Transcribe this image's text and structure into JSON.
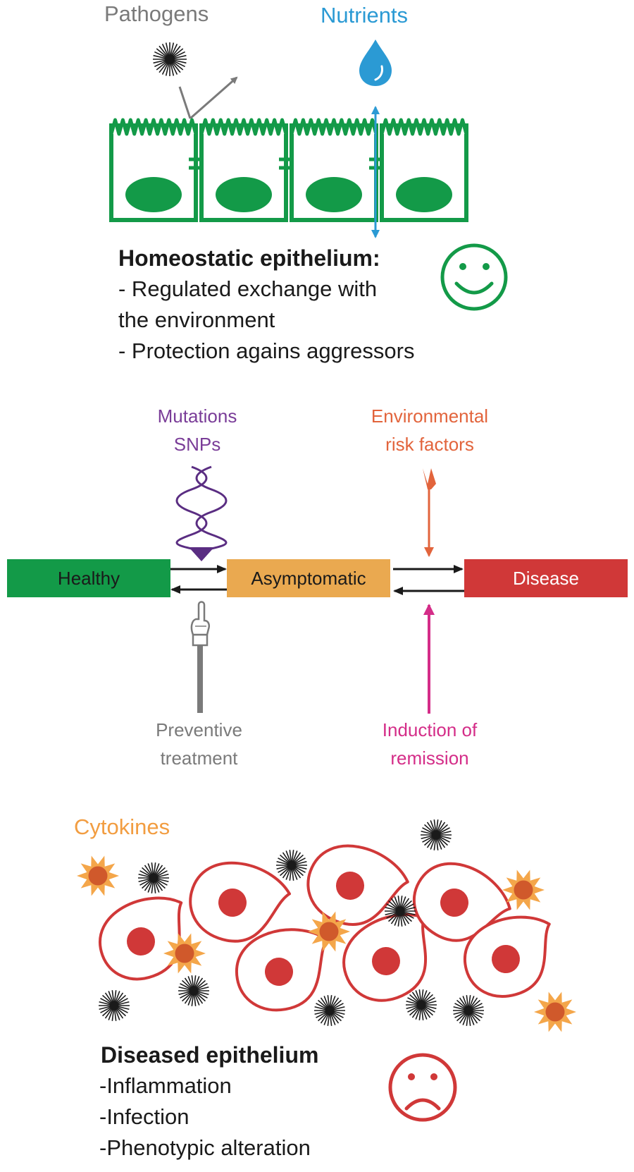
{
  "labels": {
    "pathogens": "Pathogens",
    "nutrients": "Nutrients",
    "cytokines": "Cytokines"
  },
  "homeostatic": {
    "title": "Homeostatic epithelium:",
    "lines": [
      "- Regulated exchange with",
      " the environment",
      "- Protection agains aggressors"
    ]
  },
  "states": {
    "healthy": "Healthy",
    "asymptomatic": "Asymptomatic",
    "disease": "Disease"
  },
  "factors": {
    "mutations": [
      "Mutations",
      "SNPs"
    ],
    "environmental": [
      "Environmental",
      "risk factors"
    ],
    "preventive": [
      "Preventive",
      "treatment"
    ],
    "induction": [
      "Induction of",
      "remission"
    ]
  },
  "diseased": {
    "title": "Diseased epithelium",
    "lines": [
      "-Inflammation",
      "-Infection",
      "-Phenotypic alteration"
    ]
  },
  "colors": {
    "epithelium_green": "#139a48",
    "nutrient_blue": "#2b9ad4",
    "pathogen_gray": "#7a7a7a",
    "healthy_box": "#139a48",
    "asymptomatic_box": "#eaa950",
    "disease_box": "#d03838",
    "mutation_purple": "#5a2d82",
    "environment_orange": "#e2643c",
    "induction_magenta": "#d42d88",
    "cytokine_orange": "#e8842f",
    "diseased_red": "#d03838"
  }
}
